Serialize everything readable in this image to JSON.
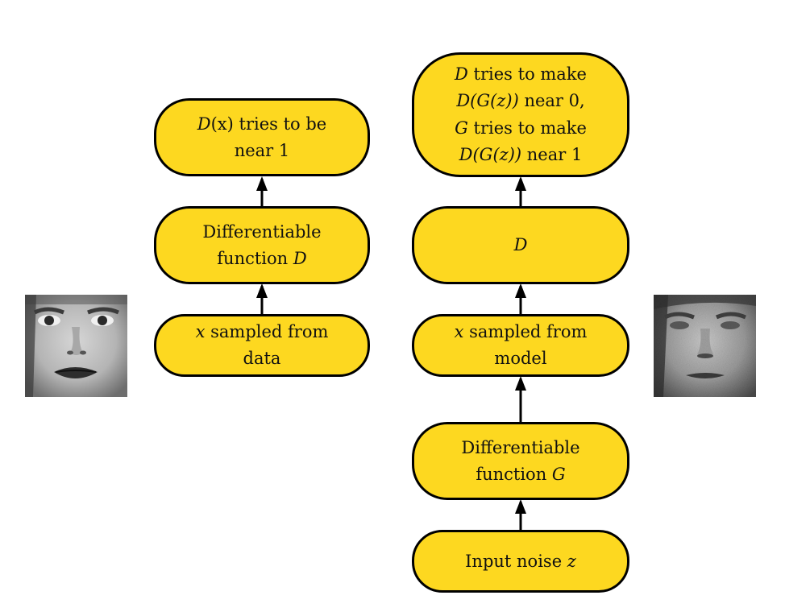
{
  "colors": {
    "node_fill": "#fdd820",
    "node_stroke": "#000000",
    "arrow": "#000000",
    "background": "#ffffff"
  },
  "left_column": {
    "top": {
      "line1_var": "D",
      "line1_rest": "(x) tries to be",
      "line2": "near 1"
    },
    "middle": {
      "line1": "Differentiable",
      "line2_text": "function ",
      "line2_var": "D"
    },
    "bottom": {
      "line1_var": "x",
      "line1_rest": " sampled from",
      "line2": "data"
    }
  },
  "right_column": {
    "top": {
      "l1_var": "D",
      "l1_rest": " tries to make",
      "l2_var": "D(G(z))",
      "l2_rest": " near 0,",
      "l3_var": "G",
      "l3_rest": " tries to make",
      "l4_var": "D(G(z))",
      "l4_rest": " near 1"
    },
    "discriminator": {
      "var": "D"
    },
    "sample": {
      "line1_var": "x",
      "line1_rest": " sampled from",
      "line2": "model"
    },
    "generator": {
      "line1": "Differentiable",
      "line2_text": "function ",
      "line2_var": "G"
    },
    "noise": {
      "text": "Input noise ",
      "var": "z"
    }
  },
  "images": {
    "real_face": "grayscale-face-photo",
    "generated_face": "grayscale-face-photo"
  }
}
